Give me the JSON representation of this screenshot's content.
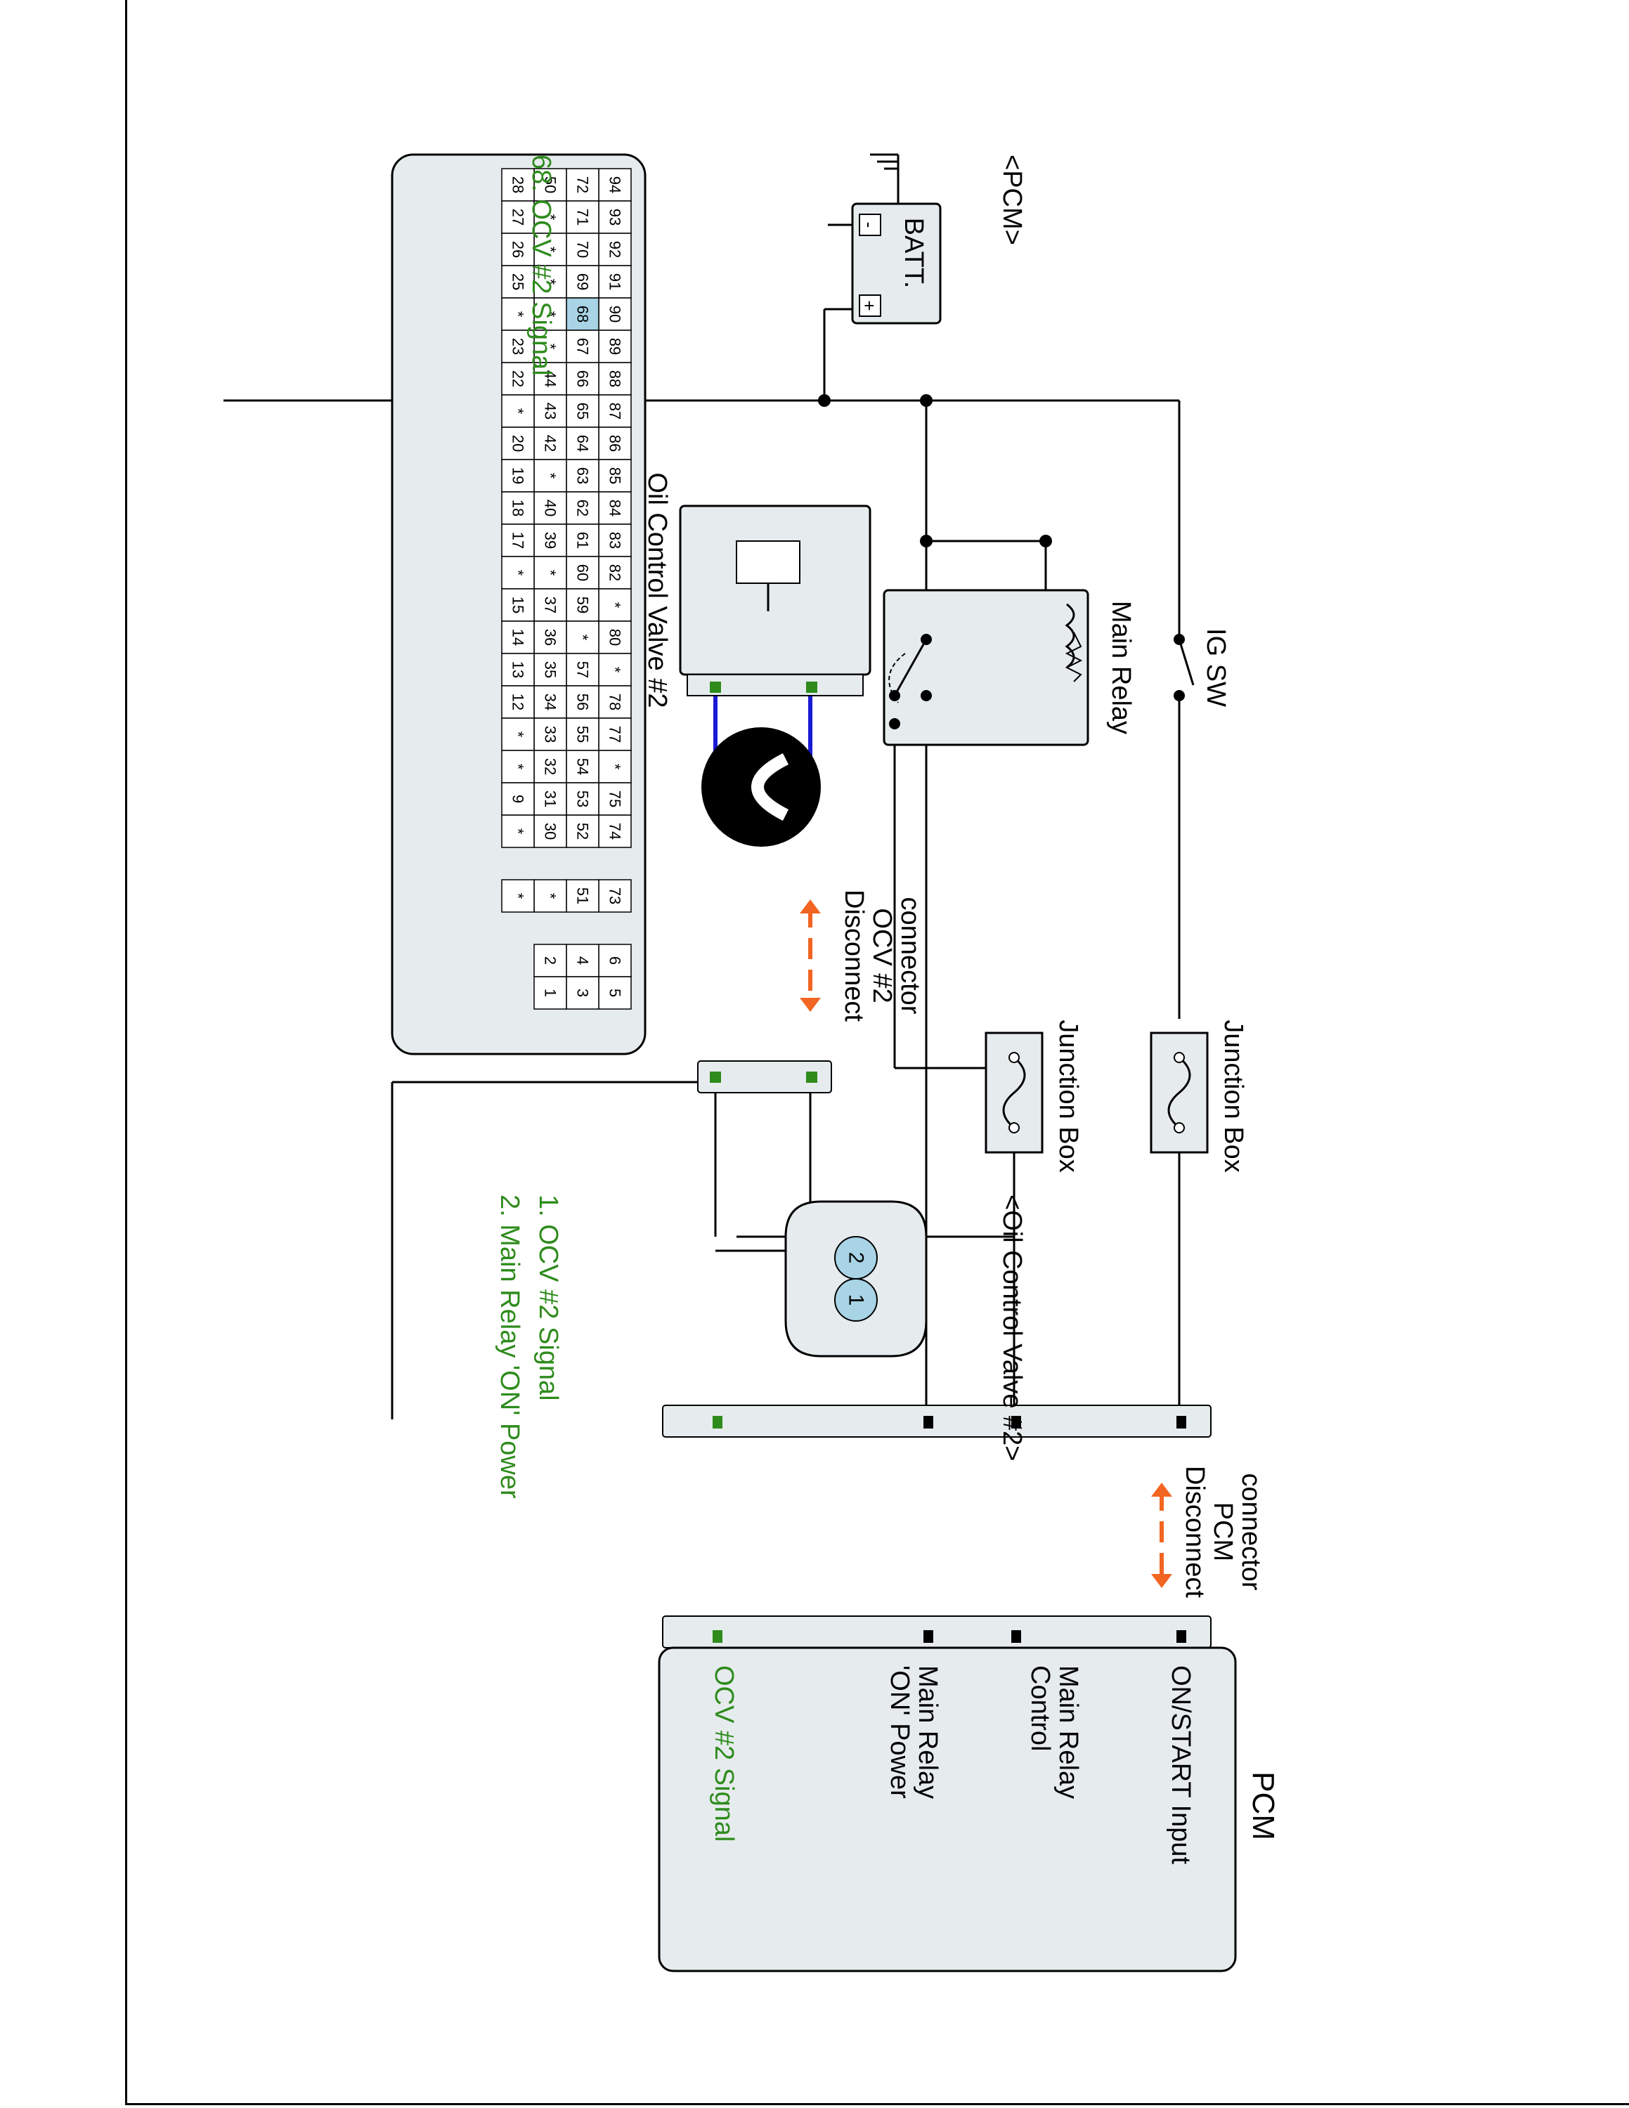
{
  "components": {
    "battery": "BATT.",
    "battery_plus": "+",
    "battery_minus": "-",
    "ig_sw": "IG SW",
    "main_relay": "Main Relay",
    "junction_box_1": "Junction Box",
    "junction_box_2": "Junction Box",
    "ocv": "Oil Control Valve #2",
    "pcm_title": "PCM"
  },
  "disconnect": {
    "ocv_line1": "Disconnect",
    "ocv_line2": "OCV #2",
    "ocv_line3": "connector",
    "pcm_line1": "Disconnect",
    "pcm_line2": "PCM",
    "pcm_line3": "connector"
  },
  "pcm_pins": {
    "on_start": "ON/START Input",
    "main_relay_control_1": "Main Relay",
    "main_relay_control_2": "Control",
    "main_relay_on_1": "Main Relay",
    "main_relay_on_2": "'ON' Power",
    "ocv_signal": "OCV #2 Signal"
  },
  "pcm_connector": {
    "title": "<PCM>",
    "rows": [
      [
        "94",
        "93",
        "92",
        "91",
        "90",
        "89",
        "88",
        "87",
        "86",
        "85",
        "84",
        "83",
        "82",
        "*",
        "80",
        "*",
        "78",
        "77",
        "*",
        "75",
        "74",
        "",
        "73",
        "",
        "6",
        "5"
      ],
      [
        "72",
        "71",
        "70",
        "69",
        "68",
        "67",
        "66",
        "65",
        "64",
        "63",
        "62",
        "61",
        "60",
        "59",
        "*",
        "57",
        "56",
        "55",
        "54",
        "53",
        "52",
        "",
        "51",
        "",
        "4",
        "3"
      ],
      [
        "50",
        "*",
        "*",
        "*",
        "*",
        "*",
        "44",
        "43",
        "42",
        "*",
        "40",
        "39",
        "*",
        "37",
        "36",
        "35",
        "34",
        "33",
        "32",
        "31",
        "30",
        "",
        "*",
        "",
        "2",
        "1"
      ],
      [
        "28",
        "27",
        "26",
        "25",
        "*",
        "23",
        "22",
        "*",
        "20",
        "19",
        "18",
        "17",
        "*",
        "15",
        "14",
        "13",
        "12",
        "*",
        "*",
        "9",
        "*",
        "",
        "*",
        "",
        "",
        ""
      ]
    ],
    "highlight": "68",
    "caption": "68. OCV #2 Signal"
  },
  "ocv_connector": {
    "title": "<Oil Control Valve #2>",
    "pin1": "1",
    "pin2": "2",
    "legend1": "1. OCV #2 Signal",
    "legend2": "2. Main Relay 'ON' Power"
  },
  "colors": {
    "accent_green": "#2e8b1c",
    "arrow_orange": "#f26522",
    "wire_blue": "#1a1ad6",
    "pin_highlight": "#a8d4e6",
    "box_fill": "#e6ecee"
  }
}
